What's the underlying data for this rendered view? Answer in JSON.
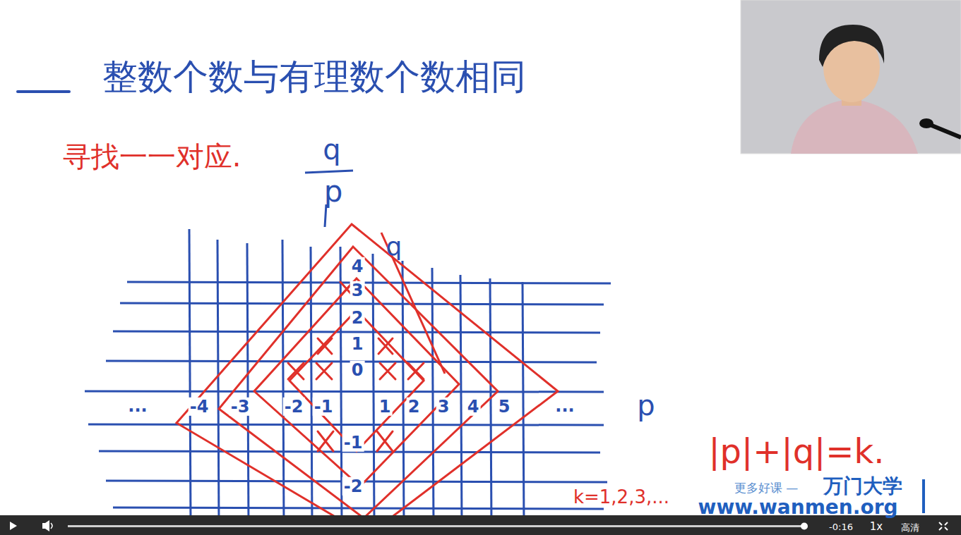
{
  "diagram": {
    "title": "整数个数与有理数个数相同",
    "labels": [
      "寻找一一对应.",
      "q",
      "p",
      "q",
      "p",
      "4",
      "3",
      "2",
      "1",
      "0",
      "-1",
      "-2",
      "...",
      "-4",
      "-3",
      "-2",
      "-1",
      "1",
      "2",
      "3",
      "4",
      "5",
      "...",
      "|p|+|q|=k.",
      "k=1,2,3,...",
      "更多好课 —",
      "万门大学",
      "www.wanmen.org",
      "-0:16",
      "1x",
      "高清"
    ]
  }
}
